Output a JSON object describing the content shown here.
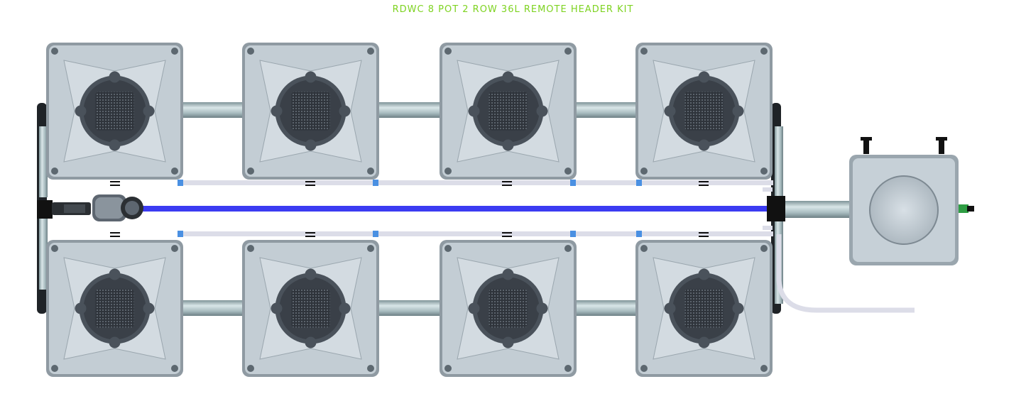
{
  "title": "RDWC 8 POT 2 ROW 36L REMOTE HEADER KIT",
  "colors": {
    "title": "#7ed321",
    "pot_body": "#b9c4cc",
    "pot_edge": "#6f7b84",
    "net_basket": "#3a4048",
    "pipe": "#9fb3b8",
    "blue_line": "#3b3bf2",
    "drain_line": "#dcdde8",
    "connector": "#4a90e2"
  },
  "layout_labels": {
    "pots_top_row": 4,
    "pots_bottom_row": 4,
    "header_tank": 1
  }
}
